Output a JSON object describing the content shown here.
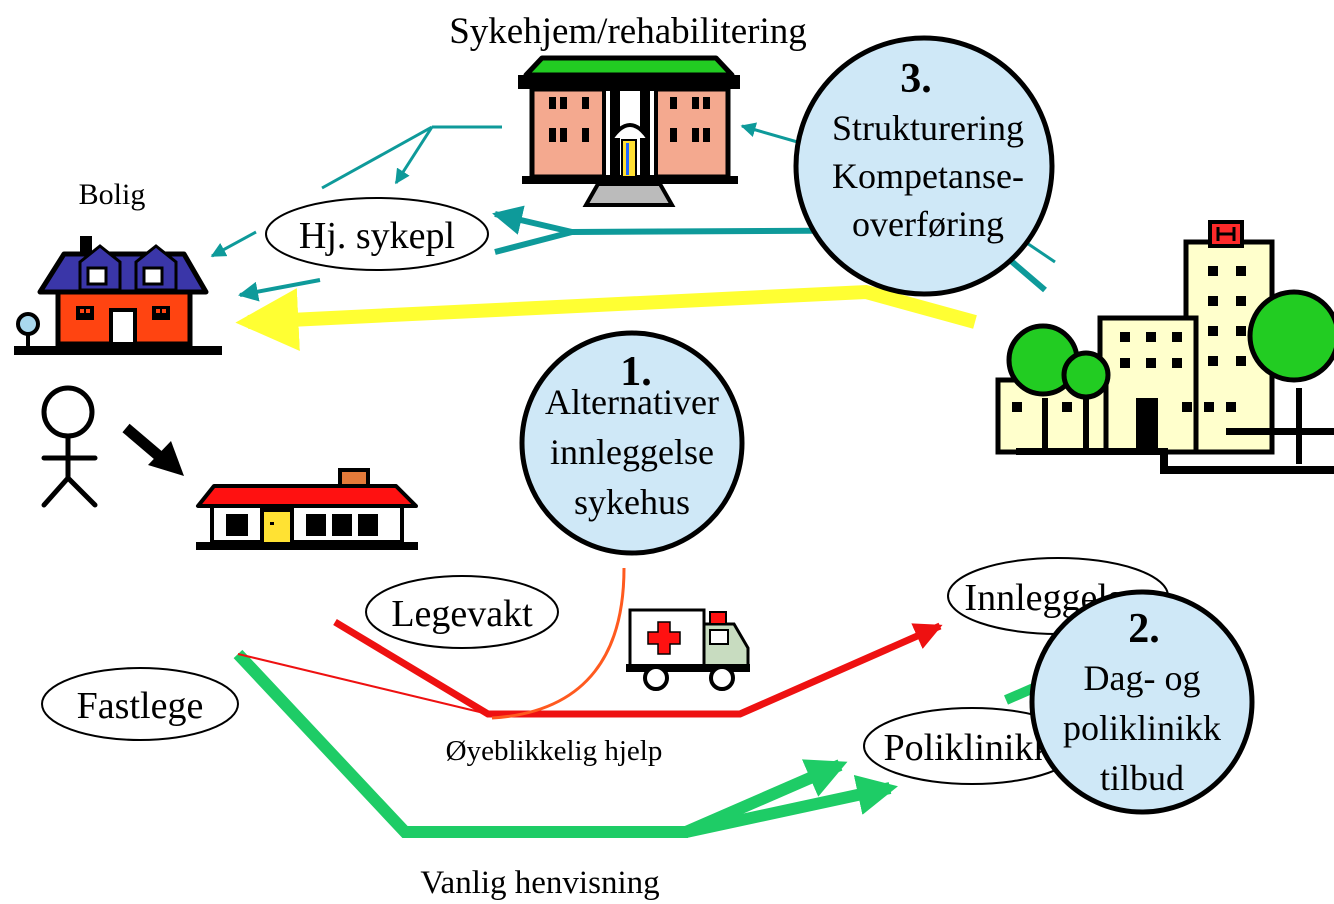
{
  "labels": {
    "nursing_home": "Sykehjem/rehabilitering",
    "home": "Bolig",
    "home_nurse": "Hj. sykepl",
    "emergency_room": "Legevakt",
    "gp": "Fastlege",
    "acute_help": "Øyeblikkelig hjelp",
    "normal_referral": "Vanlig henvisning",
    "admission": "Innleggelse",
    "outpatient": "Poliklinikk"
  },
  "circles": {
    "c1": {
      "number": "1.",
      "lines": [
        "Alternativer",
        "innleggelse",
        "sykehus"
      ]
    },
    "c2": {
      "number": "2.",
      "lines": [
        "Dag- og",
        "poliklinikk",
        "tilbud"
      ]
    },
    "c3": {
      "number": "3.",
      "lines": [
        "Strukturering",
        "Kompetanse-",
        "overføring"
      ]
    }
  },
  "colors": {
    "circle_fill": "#cfe8f7",
    "teal": "#0e9a9a",
    "yellow": "#ffff33",
    "red": "#ee1111",
    "green": "#1ecc66",
    "orange": "#ff5a1f"
  },
  "icons": [
    "nursing-home-icon",
    "house-icon",
    "person-icon",
    "day-center-icon",
    "hospital-icon",
    "ambulance-icon"
  ]
}
